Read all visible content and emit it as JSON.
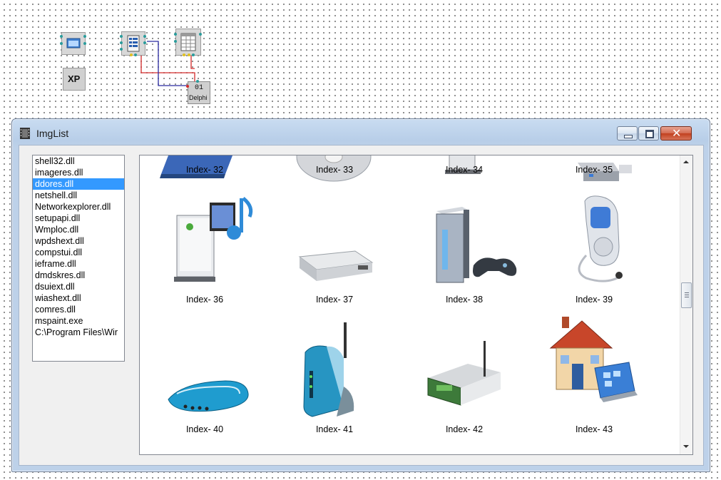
{
  "canvas": {
    "nodes": [
      {
        "name": "form-node-icon"
      },
      {
        "name": "xp-manifest-node",
        "label": "XP"
      },
      {
        "name": "imagelist-node-icon"
      },
      {
        "name": "listview-node-icon"
      },
      {
        "name": "delphi-node",
        "label": "Delphi",
        "digits": "01"
      }
    ]
  },
  "window": {
    "title": "ImgList",
    "buttons": {
      "minimize": "minimize",
      "maximize": "maximize",
      "close": "close"
    }
  },
  "dll_list": {
    "items": [
      "shell32.dll",
      "imageres.dll",
      "ddores.dll",
      "netshell.dll",
      "Networkexplorer.dll",
      "setupapi.dll",
      "Wmploc.dll",
      "wpdshext.dll",
      "compstui.dll",
      "ieframe.dll",
      "dmdskres.dll",
      "dsuiext.dll",
      "wiashext.dll",
      "comres.dll",
      "mspaint.exe",
      "C:\\Program Files\\Wir"
    ],
    "selected_index": 2
  },
  "icon_view": {
    "items": [
      {
        "label": "Index- 32",
        "icon": "network-adapter-icon"
      },
      {
        "label": "Index- 33",
        "icon": "cd-disc-icon"
      },
      {
        "label": "Index- 34",
        "icon": "computer-tower-icon"
      },
      {
        "label": "Index- 35",
        "icon": "storage-device-icon"
      },
      {
        "label": "Index- 36",
        "icon": "media-center-pc-icon"
      },
      {
        "label": "Index- 37",
        "icon": "set-top-box-icon"
      },
      {
        "label": "Index- 38",
        "icon": "game-console-icon"
      },
      {
        "label": "Index- 39",
        "icon": "portable-media-player-icon"
      },
      {
        "label": "Index- 40",
        "icon": "modem-icon"
      },
      {
        "label": "Index- 41",
        "icon": "router-icon"
      },
      {
        "label": "Index- 42",
        "icon": "wireless-access-point-icon"
      },
      {
        "label": "Index- 43",
        "icon": "home-network-icon"
      }
    ]
  },
  "colors": {
    "selection": "#3399ff",
    "wire_red": "#d42a2a",
    "wire_blue": "#2a2aa0",
    "close_button": "#c8452a"
  }
}
